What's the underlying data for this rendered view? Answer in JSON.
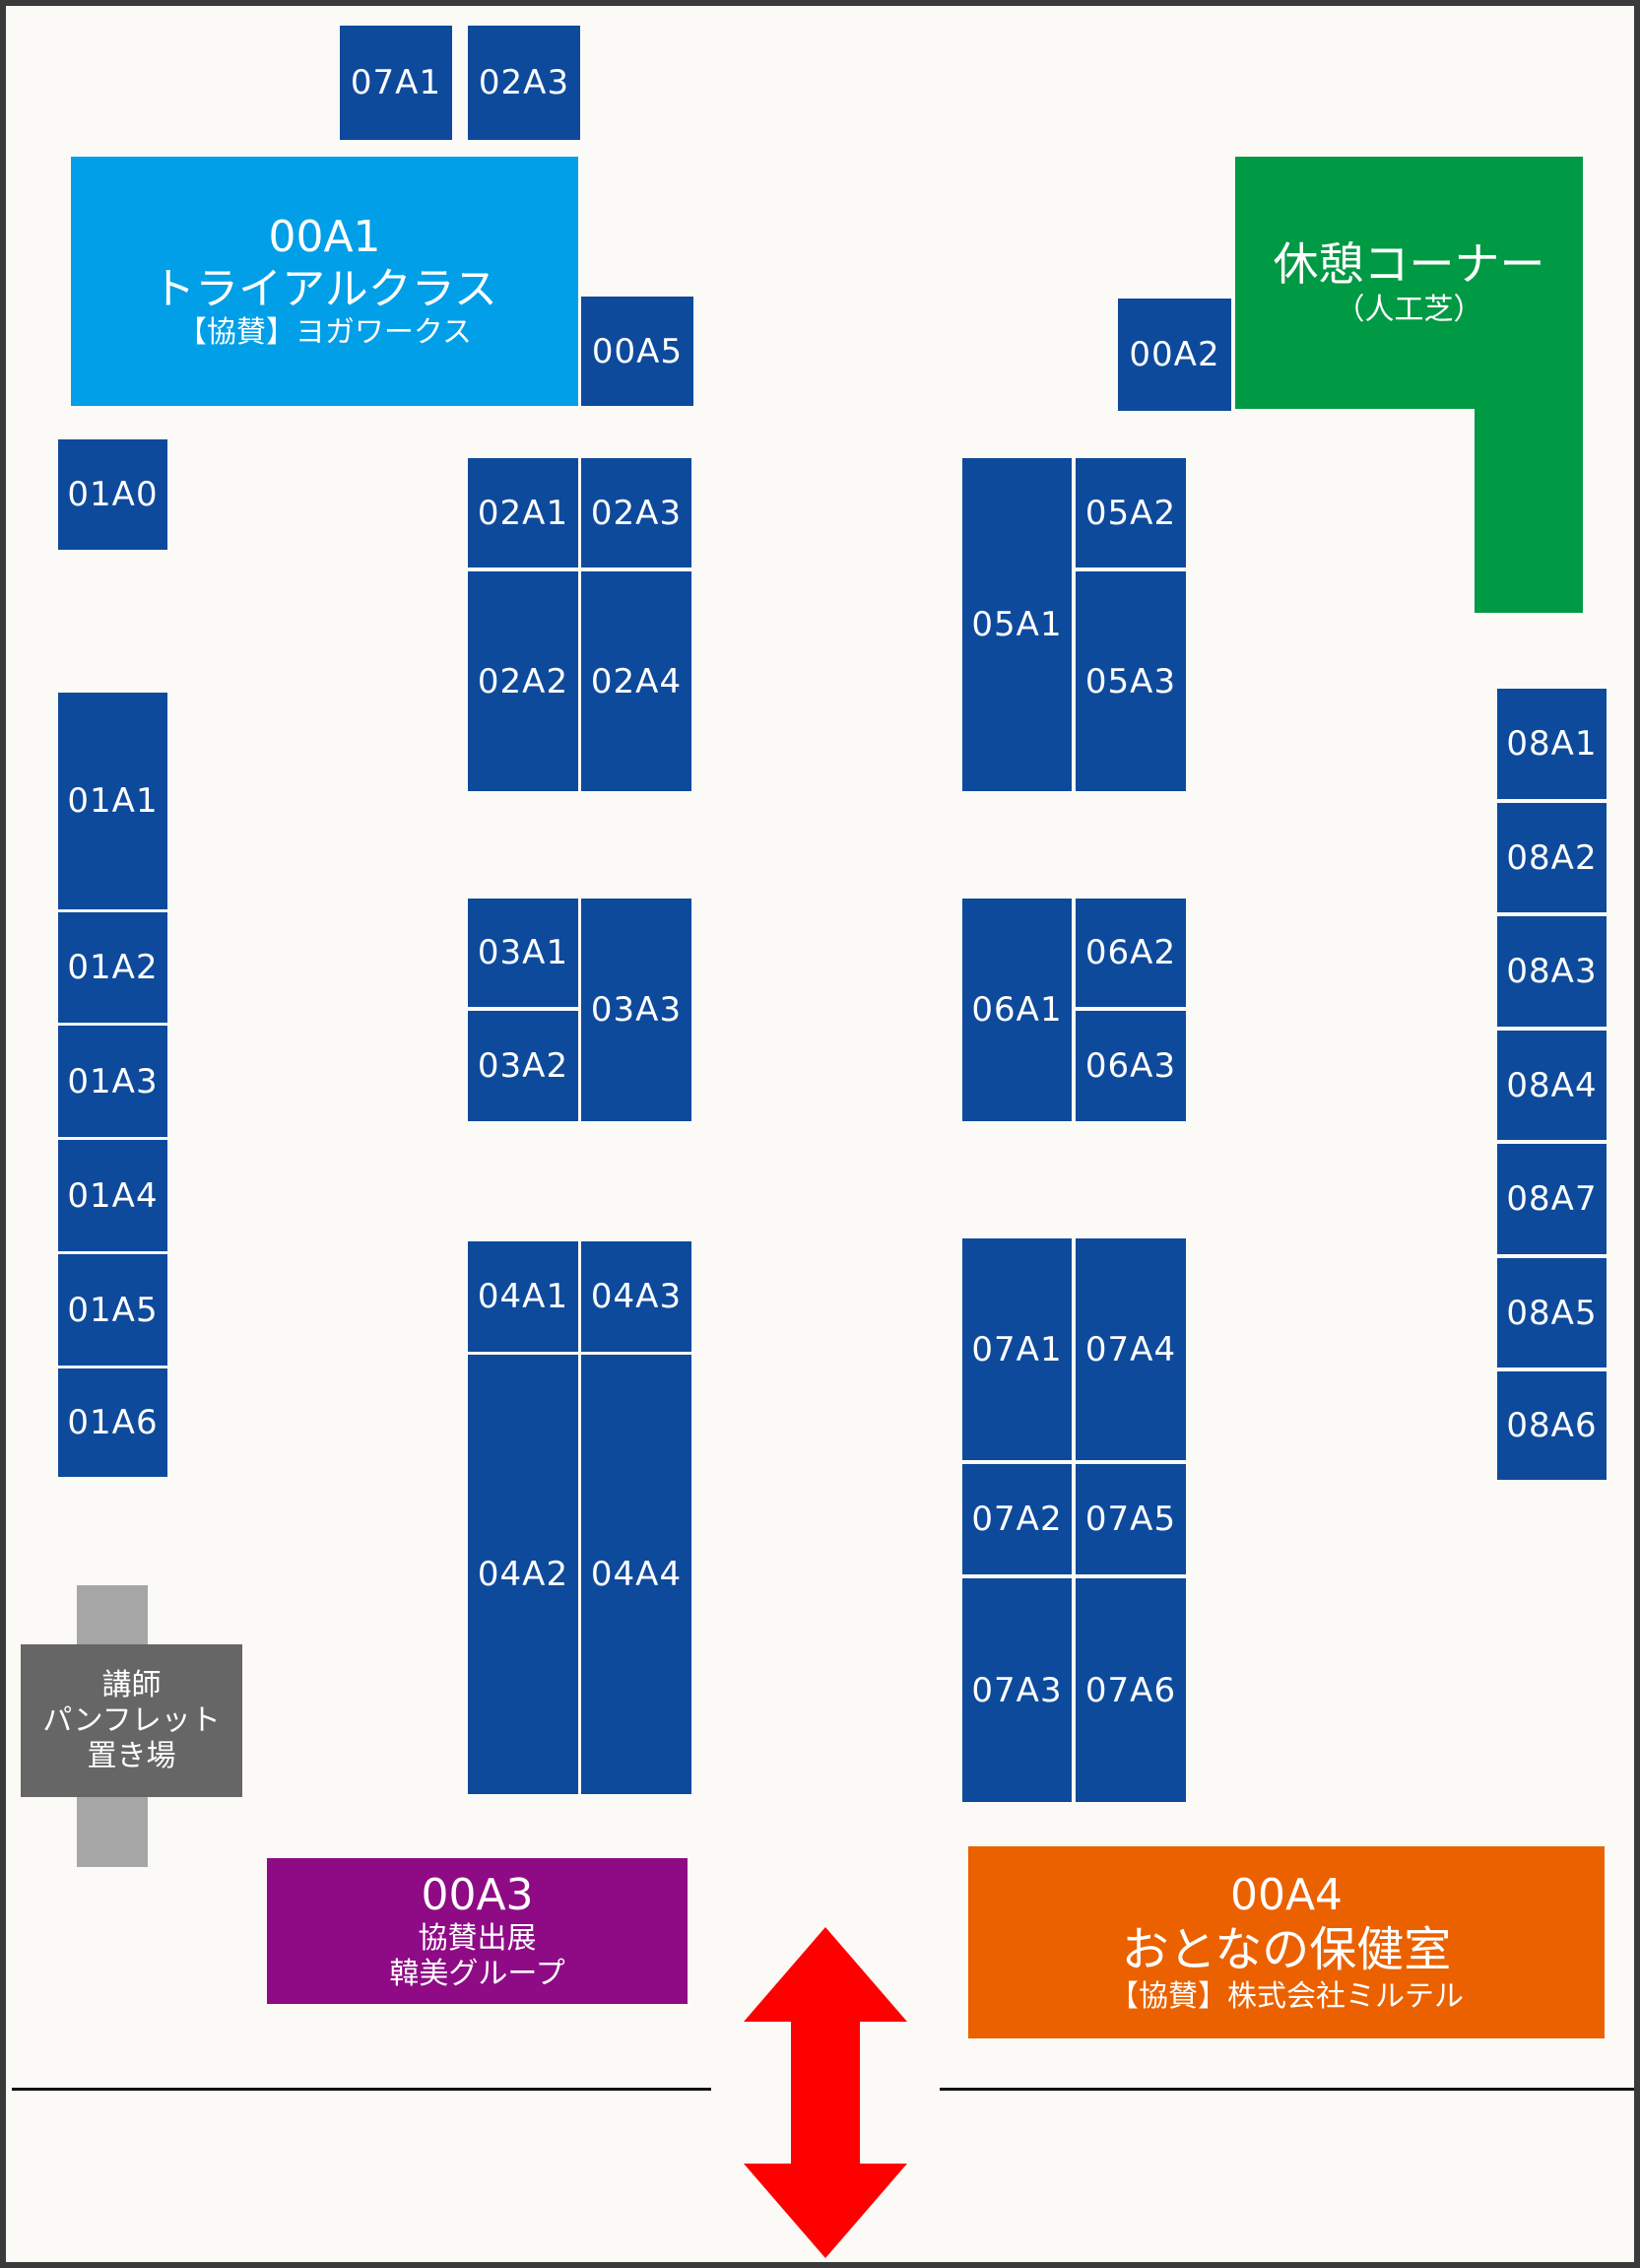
{
  "colors": {
    "booth": "#0e4a9c",
    "trial": "#009fe8",
    "rest": "#009944",
    "sponsor_purple": "#8f0b85",
    "sponsor_orange": "#eb6100",
    "pamphlet": "#666666",
    "pamphlet_stand": "#a6a6a6",
    "entrance_arrow": "#ff0000"
  },
  "booths": {
    "top_07A1": "07A1",
    "top_02A3": "02A3",
    "b00A5": "00A5",
    "b00A2": "00A2",
    "b01A0": "01A0",
    "b01A1": "01A1",
    "b01A2": "01A2",
    "b01A3": "01A3",
    "b01A4": "01A4",
    "b01A5": "01A5",
    "b01A6": "01A6",
    "b02A1": "02A1",
    "b02A3": "02A3",
    "b02A2": "02A2",
    "b02A4": "02A4",
    "b03A1": "03A1",
    "b03A2": "03A2",
    "b03A3": "03A3",
    "b04A1": "04A1",
    "b04A3": "04A3",
    "b04A2": "04A2",
    "b04A4": "04A4",
    "b05A1": "05A1",
    "b05A2": "05A2",
    "b05A3": "05A3",
    "b06A1": "06A1",
    "b06A2": "06A2",
    "b06A3": "06A3",
    "b07A1": "07A1",
    "b07A4": "07A4",
    "b07A2": "07A2",
    "b07A5": "07A5",
    "b07A3": "07A3",
    "b07A6": "07A6",
    "b08A1": "08A1",
    "b08A2": "08A2",
    "b08A3": "08A3",
    "b08A4": "08A4",
    "b08A7": "08A7",
    "b08A5": "08A5",
    "b08A6": "08A6"
  },
  "zones": {
    "trial": {
      "code": "00A1",
      "name": "トライアルクラス",
      "sponsor": "【協賛】ヨガワークス"
    },
    "rest": {
      "name": "休憩コーナー",
      "sub": "（人工芝）"
    },
    "sponsor3": {
      "code": "00A3",
      "line1": "協賛出展",
      "line2": "韓美グループ"
    },
    "sponsor4": {
      "code": "00A4",
      "name": "おとなの保健室",
      "sponsor": "【協賛】株式会社ミルテル"
    },
    "pamphlet": {
      "line1": "講師",
      "line2": "パンフレット",
      "line3": "置き場"
    }
  },
  "entrance": {
    "arrow_icon": "double-arrow-vertical-icon"
  }
}
